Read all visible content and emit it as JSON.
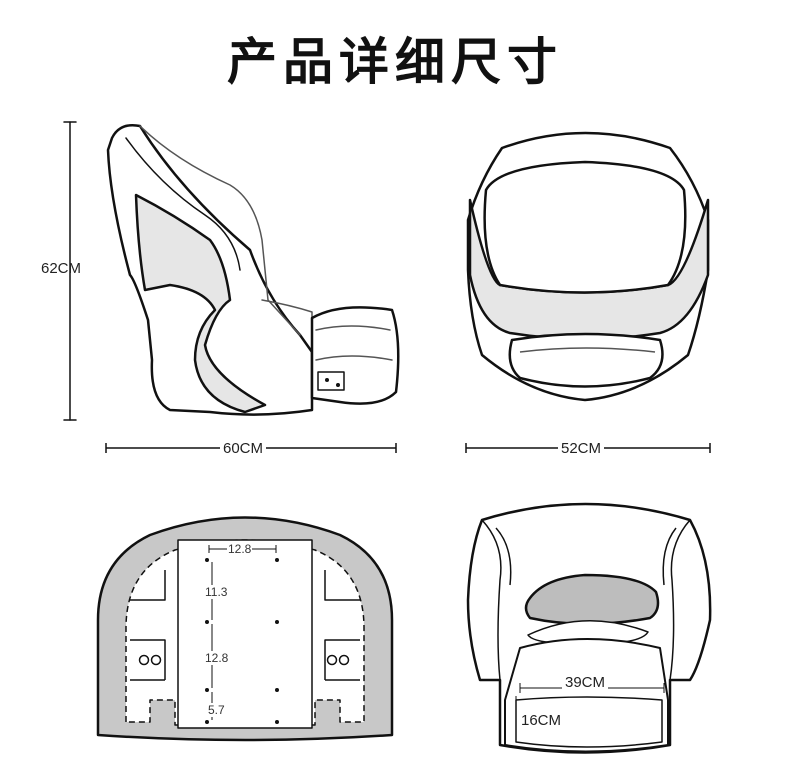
{
  "header": {
    "title": "产品详细尺寸"
  },
  "dimensions": {
    "height": "62CM",
    "depth": "60CM",
    "width": "52CM",
    "inner_width": "39CM",
    "inner_depth": "16CM"
  },
  "mount_holes": {
    "spacing_top": "12.8",
    "spacing_1": "11.3",
    "spacing_2": "12.8",
    "spacing_3": "5.7"
  }
}
